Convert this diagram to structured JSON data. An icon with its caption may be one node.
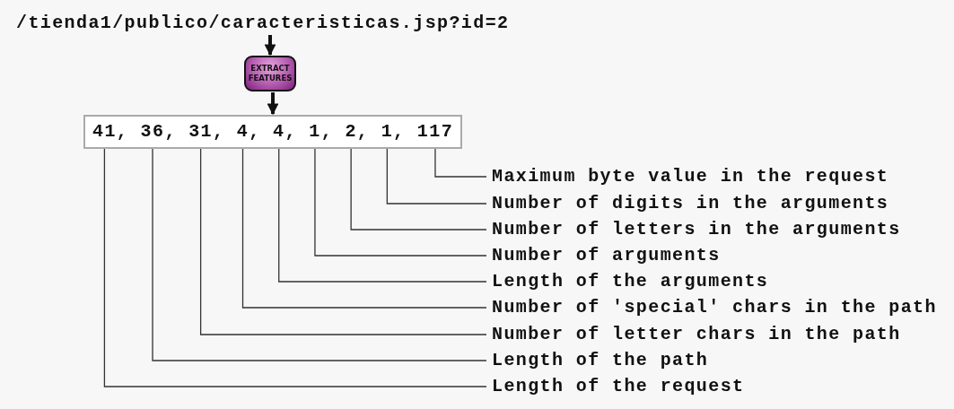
{
  "diagram": {
    "nodes": [
      {
        "text": [
          "/tienda1/publico/caracteristicas.jsp?id=2"
        ]
      },
      {
        "text": [
          "EXTRACT FEATURES"
        ]
      },
      {
        "text": [
          "41, 36, 31, 4, 4, 1, 2, 1, 117"
        ]
      },
      {
        "text": [
          "Maximum byte value in the request"
        ]
      },
      {
        "text": [
          "Number of digits in the arguments"
        ]
      },
      {
        "text": [
          "Number of letters in the arguments"
        ]
      },
      {
        "text": [
          "Number of arguments"
        ]
      },
      {
        "text": [
          "Length of the arguments"
        ]
      },
      {
        "text": [
          "Number of 'special' chars in the path"
        ]
      },
      {
        "text": [
          "Number of letter chars in the path"
        ]
      },
      {
        "text": [
          "Length of the path"
        ]
      },
      {
        "text": [
          "Length of the request"
        ]
      }
    ],
    "edges": [
      {
        "from": 0,
        "to": 1,
        "arrow": "to",
        "style": "thick"
      },
      {
        "from": 1,
        "to": 2,
        "arrow": "to",
        "style": "thick"
      },
      {
        "from": 3,
        "to": 2,
        "arrow": "none"
      },
      {
        "from": 4,
        "to": 2,
        "arrow": "none"
      },
      {
        "from": 5,
        "to": 2,
        "arrow": "none"
      },
      {
        "from": 6,
        "to": 2,
        "arrow": "none"
      },
      {
        "from": 7,
        "to": 2,
        "arrow": "none"
      },
      {
        "from": 8,
        "to": 2,
        "arrow": "none"
      },
      {
        "from": 9,
        "to": 2,
        "arrow": "none"
      },
      {
        "from": 10,
        "to": 2,
        "arrow": "none"
      },
      {
        "from": 11,
        "to": 2,
        "arrow": "none"
      }
    ]
  }
}
